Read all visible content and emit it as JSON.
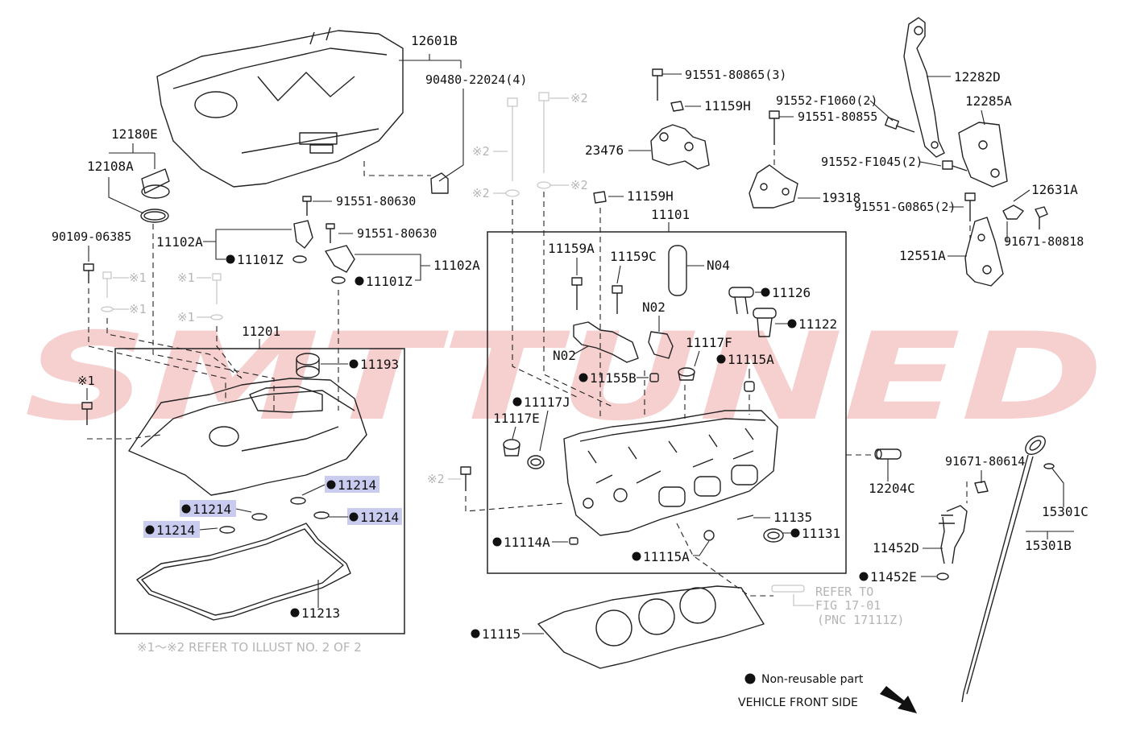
{
  "watermark": {
    "text": "SMTTUNED",
    "color": "#f3c4c4"
  },
  "legend": {
    "bullet_text": "Non-reusable part",
    "front_text": "VEHICLE FRONT SIDE"
  },
  "refer_note": "※1～※2  REFER TO ILLUST NO. 2 OF 2",
  "refer_fig": {
    "line1": "REFER TO",
    "line2": "FIG 17-01",
    "line3": "(PNC 17111Z)"
  },
  "marks": {
    "m1": "※1",
    "m2": "※2"
  },
  "highlight_color": "#c9cbef",
  "labels": {
    "p12601B": "12601B",
    "p90480": "90480-22024(4)",
    "p12180E": "12180E",
    "p12108A": "12108A",
    "p91551_80630_a": "91551-80630",
    "p91551_80630_b": "91551-80630",
    "p11102A_a": "11102A",
    "p11102A_b": "11102A",
    "p11101Z_a": "11101Z",
    "p11101Z_b": "11101Z",
    "p90109": "90109-06385",
    "p11201": "11201",
    "p11193": "11193",
    "p11214_a": "11214",
    "p11214_b": "11214",
    "p11214_c": "11214",
    "p11214_d": "11214",
    "p11213": "11213",
    "p91551_80865_3": "91551-80865(3)",
    "p11159H_a": "11159H",
    "p11159H_b": "11159H",
    "p23476": "23476",
    "p11101": "11101",
    "p11159A": "11159A",
    "p11159C": "11159C",
    "pN04": "N04",
    "pN02_a": "N02",
    "pN02_b": "N02",
    "p11126": "11126",
    "p11122": "11122",
    "p11117F": "11117F",
    "p11115A_a": "11115A",
    "p11115A_b": "11115A",
    "p11155B": "11155B",
    "p11117J": "11117J",
    "p11117E": "11117E",
    "p11135": "11135",
    "p11131": "11131",
    "p11114A": "11114A",
    "p11115": "11115",
    "p12282D": "12282D",
    "p91552_F1060": "91552-F1060(2)",
    "p91551_80855": "91551-80855",
    "p12285A": "12285A",
    "p19318": "19318",
    "p91552_F1045": "91552-F1045(2)",
    "p12631A": "12631A",
    "p91551_G0865": "91551-G0865(2)",
    "p91671_80818": "91671-80818",
    "p12551A": "12551A",
    "p12204C": "12204C",
    "p91671_80614": "91671-80614",
    "p15301C": "15301C",
    "p15301B": "15301B",
    "p11452D": "11452D",
    "p11452E": "11452E"
  }
}
